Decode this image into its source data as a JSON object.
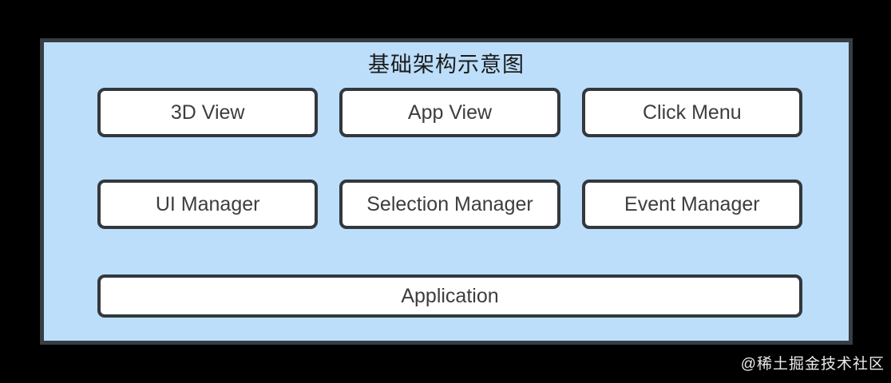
{
  "diagram": {
    "title": "基础架构示意图",
    "colors": {
      "canvas_background": "#000000",
      "panel_background": "#bcdefb",
      "panel_border": "#373d43",
      "node_background": "#ffffff",
      "node_border": "#33383c",
      "node_text": "#3d3d3d",
      "title_text": "#1b1b1b"
    },
    "rows": [
      {
        "boxes": [
          "3D View",
          "App View",
          "Click Menu"
        ]
      },
      {
        "boxes": [
          "UI Manager",
          "Selection Manager",
          "Event Manager"
        ]
      },
      {
        "boxes": [
          "Application"
        ]
      }
    ]
  },
  "watermark": {
    "text": "@稀土掘金技术社区"
  }
}
